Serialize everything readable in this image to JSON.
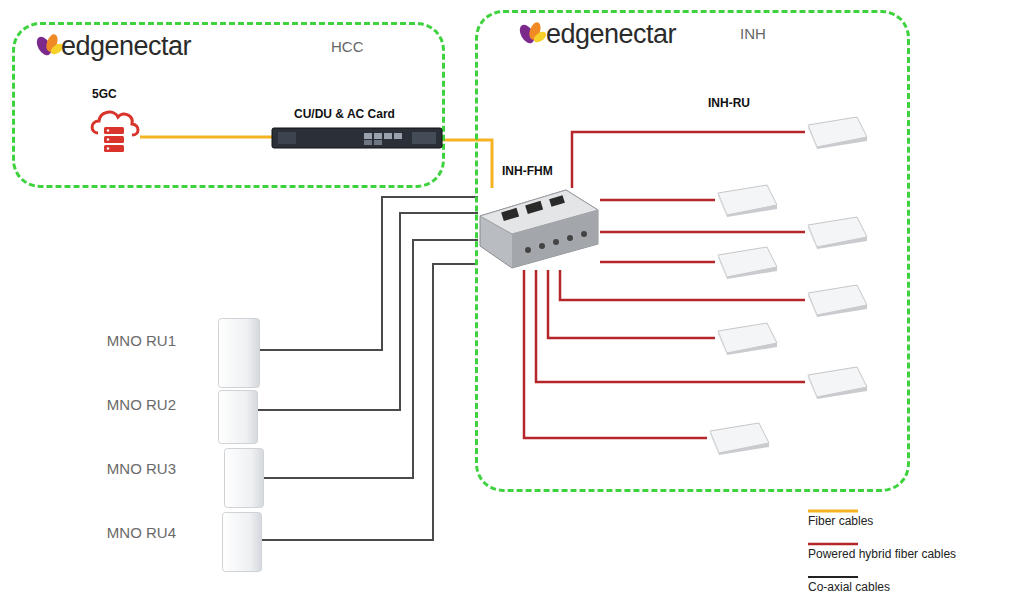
{
  "diagram": {
    "nodes": [
      {
        "text": [
          "edgenectar",
          "HCC"
        ]
      },
      {
        "text": [
          "5GC"
        ],
        "in": 0
      },
      {
        "text": [
          "CU/DU & AC Card"
        ],
        "in": 0
      },
      {
        "text": [
          "edgenectar",
          "INH"
        ]
      },
      {
        "text": [
          "INH-FHM"
        ],
        "in": 3
      },
      {
        "text": [
          "INH-RU"
        ],
        "in": 3
      },
      {
        "text": [],
        "in": 3
      },
      {
        "text": [],
        "in": 3
      },
      {
        "text": [],
        "in": 3
      },
      {
        "text": [],
        "in": 3
      },
      {
        "text": [],
        "in": 3
      },
      {
        "text": [],
        "in": 3
      },
      {
        "text": [],
        "in": 3
      },
      {
        "text": [
          "MNO RU1"
        ]
      },
      {
        "text": [
          "MNO RU2"
        ]
      },
      {
        "text": [
          "MNO RU3"
        ]
      },
      {
        "text": [
          "MNO RU4"
        ]
      }
    ],
    "edges": [
      {
        "from": 1,
        "to": 2,
        "arrow": "none"
      },
      {
        "from": 2,
        "to": 4,
        "arrow": "none"
      },
      {
        "from": 13,
        "to": 4,
        "arrow": "none"
      },
      {
        "from": 14,
        "to": 4,
        "arrow": "none"
      },
      {
        "from": 15,
        "to": 4,
        "arrow": "none"
      },
      {
        "from": 16,
        "to": 4,
        "arrow": "none"
      },
      {
        "from": 4,
        "to": 5,
        "arrow": "none"
      },
      {
        "from": 4,
        "to": 6,
        "arrow": "none"
      },
      {
        "from": 4,
        "to": 7,
        "arrow": "none"
      },
      {
        "from": 4,
        "to": 8,
        "arrow": "none"
      },
      {
        "from": 4,
        "to": 9,
        "arrow": "none"
      },
      {
        "from": 4,
        "to": 10,
        "arrow": "none"
      },
      {
        "from": 4,
        "to": 11,
        "arrow": "none"
      },
      {
        "from": 4,
        "to": 12,
        "arrow": "none"
      }
    ],
    "legend": [
      {
        "text": "Fiber cables"
      },
      {
        "text": "Powered hybrid fiber cables"
      },
      {
        "text": "Co-axial cables"
      }
    ]
  }
}
